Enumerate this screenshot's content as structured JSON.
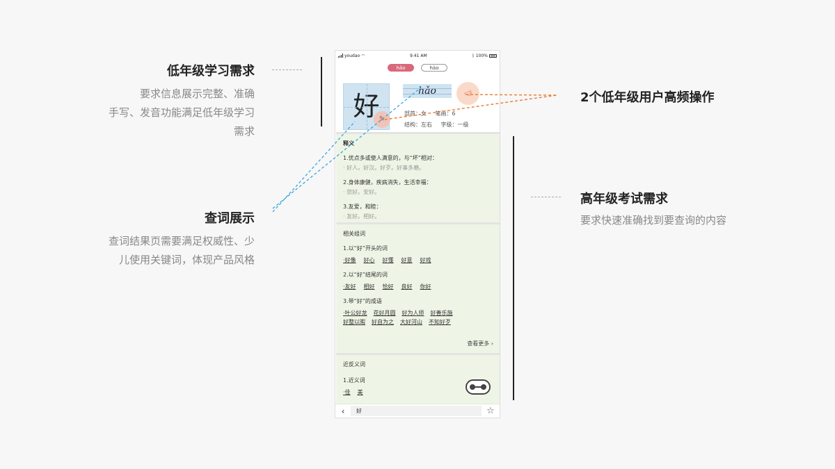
{
  "annotations": {
    "low_grade": {
      "title": "低年级学习需求",
      "lines": [
        "要求信息展示完整、准确",
        "手写、发音功能满足低年级学习",
        "需求"
      ]
    },
    "lookup": {
      "title": "查词展示",
      "lines": [
        "查词结果页需要满足权威性、少",
        "儿使用关键词，体现产品风格"
      ]
    },
    "ops": {
      "title": "2个低年级用户高频操作"
    },
    "high_grade": {
      "title": "高年级考试需求",
      "lines": [
        "要求快速准确找到要查询的内容"
      ]
    },
    "colors": {
      "orange_dash": "#e9823a",
      "blue_dash": "#3aa6e0"
    }
  },
  "phone": {
    "status": {
      "carrier": "youdao",
      "time": "9:41 AM",
      "battery": "100%"
    },
    "pinyin_tabs": [
      "hǎo",
      "hào"
    ],
    "character": "好",
    "pinyin": "hǎo",
    "meta": {
      "radical": "部首：女",
      "strokes": "笔画：6",
      "structure": "结构：左右",
      "grade": "字级：一级"
    },
    "definitions": {
      "title": "释义",
      "items": [
        {
          "line": "1.优点多或使人满意的，与“坏”相对：",
          "example": "· 好人。好汉。好歹。好事多磨。"
        },
        {
          "line": "2.身体康健，疾病消失，生活幸福：",
          "example": "· 您好。安好。"
        },
        {
          "line": "3.友爱，和睦：",
          "example": "· 友好。相好。"
        }
      ]
    },
    "related_words": {
      "title": "相关组词",
      "groups": [
        {
          "head": "1.以“好”开头的词",
          "rows": [
            [
              "·好像",
              "好心",
              "好懂",
              "好意",
              "好戏"
            ]
          ]
        },
        {
          "head": "2.以“好”结尾的词",
          "rows": [
            [
              "·友好",
              "相好",
              "恰好",
              "良好",
              "你好"
            ]
          ]
        },
        {
          "head": "3.带“好”的成语",
          "rows": [
            [
              "·叶公好龙",
              "花好月圆",
              "好为人师",
              "好善乐施"
            ],
            [
              "好整以暇",
              "好自为之",
              "大好河山",
              "不知好歹"
            ]
          ]
        }
      ],
      "more": "查看更多"
    },
    "synonyms": {
      "title": "近反义词",
      "sub": "1.近义词",
      "words": [
        "·佳",
        "美"
      ]
    },
    "search": {
      "value": "好"
    }
  }
}
